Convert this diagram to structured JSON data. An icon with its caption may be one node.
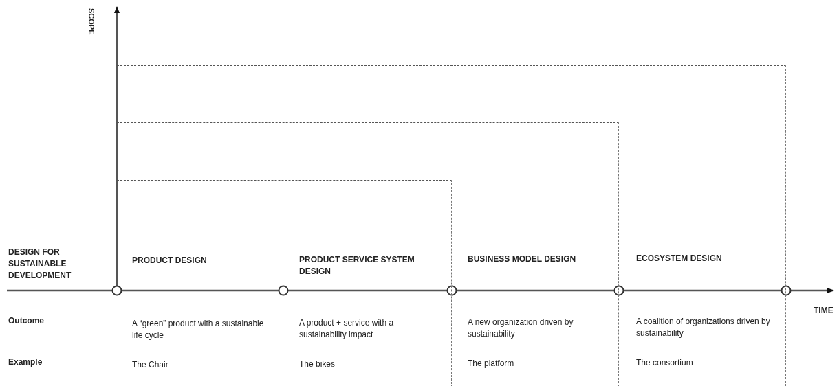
{
  "diagram": {
    "nodes": [
      {
        "text": [
          "ECOSYSTEM DESIGN",
          "A coalition of organizations driven by sustainability",
          "The consortium"
        ]
      },
      {
        "text": [
          "BUSINESS MODEL DESIGN",
          "A new organization driven by sustainability",
          "The platform"
        ],
        "in": 0
      },
      {
        "text": [
          "PRODUCT SERVICE SYSTEM DESIGN",
          "A product + service with a sustainability impact",
          "The bikes"
        ],
        "in": 1
      },
      {
        "text": [
          "PRODUCT DESIGN",
          "A “green” product with a sustainable life cycle",
          "The Chair"
        ],
        "in": 2
      }
    ],
    "edges": [],
    "labels": [
      "SCOPE",
      "DESIGN FOR SUSTAINABLE DEVELOPMENT",
      "TIME",
      "Outcome",
      "Example"
    ]
  }
}
